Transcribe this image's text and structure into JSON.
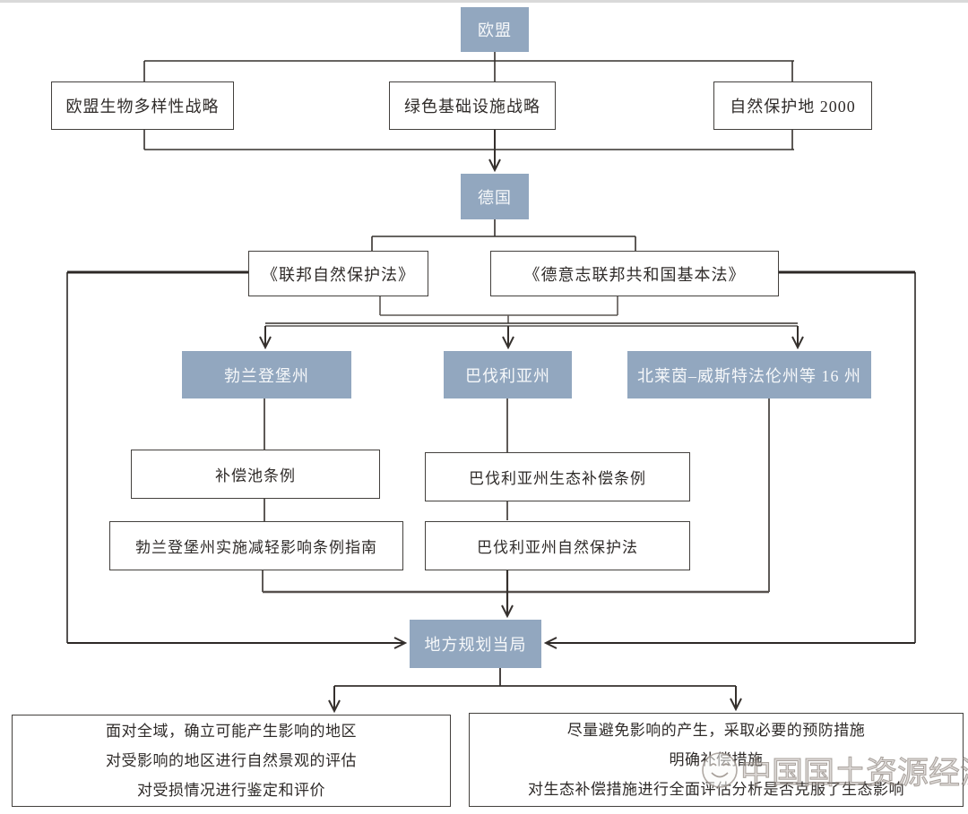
{
  "colors": {
    "node_blue": "#92a7bf",
    "node_blue_text": "#f6f8fa",
    "line_dark": "#35302d",
    "line_gray": "#5c5652",
    "box_border": "#43403d",
    "box_text": "#2f2b29",
    "watermark_gray": "#aca49e",
    "top_rule_gray": "#d9d9d9"
  },
  "nodes": {
    "eu": "欧盟",
    "strategy_biodiversity": "欧盟生物多样性战略",
    "strategy_green_infra": "绿色基础设施战略",
    "strategy_natura2000": "自然保护地 2000",
    "germany": "德国",
    "law_federal_nature": "《联邦自然保护法》",
    "law_basic": "《德意志联邦共和国基本法》",
    "state_brandenburg": "勃兰登堡州",
    "state_bavaria": "巴伐利亚州",
    "state_nrw": "北莱茵–威斯特法伦州等 16 州",
    "reg_compensation_pool": "补偿池条例",
    "reg_brandenburg_guide": "勃兰登堡州实施减轻影响条例指南",
    "reg_bavaria_eco_comp": "巴伐利亚州生态补偿条例",
    "reg_bavaria_nature_law": "巴伐利亚州自然保护法",
    "local_planning_authority": "地方规划当局",
    "outcome_left": {
      "lines": {
        "0": "面对全域，确立可能产生影响的地区",
        "1": "对受影响的地区进行自然景观的评估",
        "2": "对受损情况进行鉴定和评价"
      }
    },
    "outcome_right": {
      "lines": {
        "0": "尽量避免影响的产生，采取必要的预防措施",
        "1": "明确补偿措施",
        "2": "对生态补偿措施进行全面评估分析是否克服了生态影响"
      }
    }
  },
  "watermark": {
    "text": "中国国土资源经济",
    "logo": "smiley-face-icon"
  }
}
